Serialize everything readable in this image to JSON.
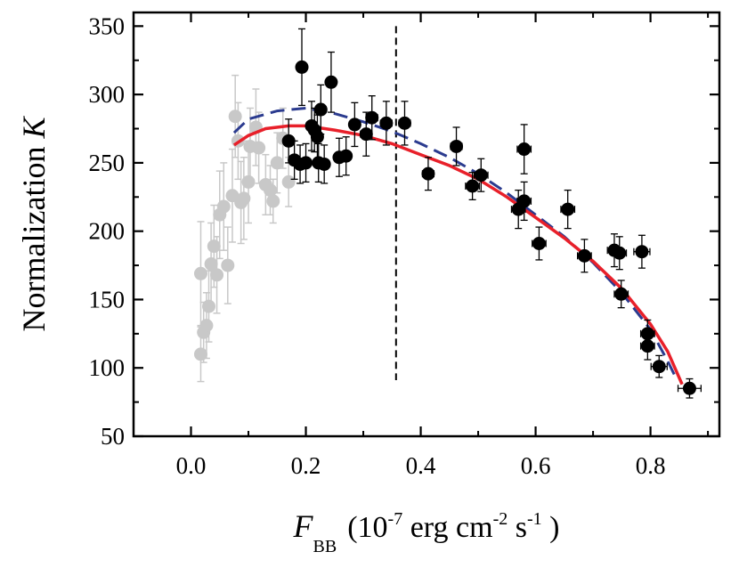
{
  "chart_data": {
    "type": "scatter",
    "xlabel": {
      "symbol": "F",
      "subscript": "BB",
      "unit_prefix": "(10",
      "exp1": "-7",
      "mid": " erg cm",
      "exp2": "-2",
      "mid2": " s",
      "exp3": "-1",
      "suffix": " )"
    },
    "ylabel": {
      "text": "Normalization ",
      "symbol": "K"
    },
    "xlim": [
      -0.1,
      0.92
    ],
    "ylim": [
      50,
      360
    ],
    "xticks": [
      "0.0",
      "0.2",
      "0.4",
      "0.6",
      "0.8"
    ],
    "xtick_values": [
      0.0,
      0.2,
      0.4,
      0.6,
      0.8
    ],
    "yticks": [
      "50",
      "100",
      "150",
      "200",
      "250",
      "300",
      "350"
    ],
    "ytick_values": [
      50,
      100,
      150,
      200,
      250,
      300,
      350
    ],
    "vline_x": 0.357,
    "colors": {
      "gray_points": "#c8c8c8",
      "black_points": "#000000",
      "red_fit": "#e8202a",
      "blue_fit": "#2b3b8f"
    },
    "series": [
      {
        "marker": "gray",
        "points": [
          {
            "x": 0.017,
            "y": 110,
            "yerr": 20
          },
          {
            "x": 0.017,
            "y": 169,
            "yerr": 38
          },
          {
            "x": 0.022,
            "y": 126,
            "yerr": 22
          },
          {
            "x": 0.027,
            "y": 131,
            "yerr": 24
          },
          {
            "x": 0.031,
            "y": 145,
            "yerr": 26
          },
          {
            "x": 0.035,
            "y": 176,
            "yerr": 30
          },
          {
            "x": 0.04,
            "y": 189,
            "yerr": 30
          },
          {
            "x": 0.045,
            "y": 168,
            "yerr": 28
          },
          {
            "x": 0.05,
            "y": 212,
            "yerr": 32
          },
          {
            "x": 0.057,
            "y": 218,
            "yerr": 32
          },
          {
            "x": 0.064,
            "y": 175,
            "yerr": 28
          },
          {
            "x": 0.072,
            "y": 226,
            "yerr": 34
          },
          {
            "x": 0.077,
            "y": 284,
            "yerr": 30
          },
          {
            "x": 0.082,
            "y": 266,
            "yerr": 28
          },
          {
            "x": 0.087,
            "y": 221,
            "yerr": 30
          },
          {
            "x": 0.092,
            "y": 224,
            "yerr": 30
          },
          {
            "x": 0.1,
            "y": 236,
            "yerr": 30
          },
          {
            "x": 0.103,
            "y": 262,
            "yerr": 28
          },
          {
            "x": 0.113,
            "y": 276,
            "yerr": 28
          },
          {
            "x": 0.118,
            "y": 261,
            "yerr": 26
          },
          {
            "x": 0.13,
            "y": 234,
            "yerr": 22
          },
          {
            "x": 0.138,
            "y": 230,
            "yerr": 18
          },
          {
            "x": 0.143,
            "y": 222,
            "yerr": 16
          },
          {
            "x": 0.15,
            "y": 250,
            "yerr": 22
          },
          {
            "x": 0.16,
            "y": 268,
            "yerr": 22
          },
          {
            "x": 0.17,
            "y": 236,
            "yerr": 18
          }
        ]
      },
      {
        "marker": "black",
        "points": [
          {
            "x": 0.17,
            "y": 266,
            "xerr": 0.008,
            "yerr": 16
          },
          {
            "x": 0.18,
            "y": 252,
            "xerr": 0.008,
            "yerr": 14
          },
          {
            "x": 0.19,
            "y": 249,
            "xerr": 0.008,
            "yerr": 14
          },
          {
            "x": 0.193,
            "y": 320,
            "xerr": 0.008,
            "yerr": 28
          },
          {
            "x": 0.2,
            "y": 250,
            "xerr": 0.008,
            "yerr": 14
          },
          {
            "x": 0.21,
            "y": 277,
            "xerr": 0.008,
            "yerr": 18
          },
          {
            "x": 0.215,
            "y": 274,
            "xerr": 0.008,
            "yerr": 16
          },
          {
            "x": 0.22,
            "y": 269,
            "xerr": 0.008,
            "yerr": 16
          },
          {
            "x": 0.222,
            "y": 250,
            "xerr": 0.008,
            "yerr": 14
          },
          {
            "x": 0.226,
            "y": 289,
            "xerr": 0.008,
            "yerr": 18
          },
          {
            "x": 0.232,
            "y": 249,
            "xerr": 0.008,
            "yerr": 14
          },
          {
            "x": 0.244,
            "y": 309,
            "xerr": 0.008,
            "yerr": 22
          },
          {
            "x": 0.258,
            "y": 254,
            "xerr": 0.008,
            "yerr": 14
          },
          {
            "x": 0.27,
            "y": 255,
            "xerr": 0.008,
            "yerr": 14
          },
          {
            "x": 0.285,
            "y": 278,
            "xerr": 0.008,
            "yerr": 16
          },
          {
            "x": 0.305,
            "y": 271,
            "xerr": 0.01,
            "yerr": 16
          },
          {
            "x": 0.315,
            "y": 283,
            "xerr": 0.01,
            "yerr": 16
          },
          {
            "x": 0.34,
            "y": 279,
            "xerr": 0.01,
            "yerr": 16
          },
          {
            "x": 0.372,
            "y": 279,
            "xerr": 0.01,
            "yerr": 16
          },
          {
            "x": 0.413,
            "y": 242,
            "xerr": 0.01,
            "yerr": 12
          },
          {
            "x": 0.462,
            "y": 262,
            "xerr": 0.01,
            "yerr": 14
          },
          {
            "x": 0.49,
            "y": 233,
            "xerr": 0.012,
            "yerr": 10
          },
          {
            "x": 0.505,
            "y": 241,
            "xerr": 0.012,
            "yerr": 12
          },
          {
            "x": 0.57,
            "y": 216,
            "xerr": 0.012,
            "yerr": 14
          },
          {
            "x": 0.58,
            "y": 222,
            "xerr": 0.012,
            "yerr": 14
          },
          {
            "x": 0.58,
            "y": 260,
            "xerr": 0.012,
            "yerr": 18
          },
          {
            "x": 0.606,
            "y": 191,
            "xerr": 0.012,
            "yerr": 12
          },
          {
            "x": 0.656,
            "y": 216,
            "xerr": 0.012,
            "yerr": 14
          },
          {
            "x": 0.685,
            "y": 182,
            "xerr": 0.012,
            "yerr": 12
          },
          {
            "x": 0.737,
            "y": 186,
            "xerr": 0.012,
            "yerr": 12
          },
          {
            "x": 0.746,
            "y": 184,
            "xerr": 0.012,
            "yerr": 12
          },
          {
            "x": 0.749,
            "y": 154,
            "xerr": 0.012,
            "yerr": 10
          },
          {
            "x": 0.785,
            "y": 185,
            "xerr": 0.014,
            "yerr": 12
          },
          {
            "x": 0.795,
            "y": 125,
            "xerr": 0.012,
            "yerr": 10
          },
          {
            "x": 0.795,
            "y": 116,
            "xerr": 0.012,
            "yerr": 10
          },
          {
            "x": 0.815,
            "y": 101,
            "xerr": 0.014,
            "yerr": 8
          },
          {
            "x": 0.868,
            "y": 85,
            "xerr": 0.02,
            "yerr": 7
          }
        ]
      },
      {
        "marker": "red-solid-line",
        "points": [
          {
            "x": 0.075,
            "y": 263
          },
          {
            "x": 0.1,
            "y": 270
          },
          {
            "x": 0.13,
            "y": 275
          },
          {
            "x": 0.17,
            "y": 277
          },
          {
            "x": 0.2,
            "y": 277
          },
          {
            "x": 0.25,
            "y": 274
          },
          {
            "x": 0.3,
            "y": 270
          },
          {
            "x": 0.35,
            "y": 264
          },
          {
            "x": 0.4,
            "y": 256
          },
          {
            "x": 0.45,
            "y": 248
          },
          {
            "x": 0.5,
            "y": 238
          },
          {
            "x": 0.55,
            "y": 225
          },
          {
            "x": 0.6,
            "y": 210
          },
          {
            "x": 0.65,
            "y": 195
          },
          {
            "x": 0.7,
            "y": 178
          },
          {
            "x": 0.75,
            "y": 158
          },
          {
            "x": 0.8,
            "y": 132
          },
          {
            "x": 0.83,
            "y": 112
          },
          {
            "x": 0.855,
            "y": 88
          }
        ]
      },
      {
        "marker": "blue-dashed-line",
        "points": [
          {
            "x": 0.075,
            "y": 272
          },
          {
            "x": 0.1,
            "y": 282
          },
          {
            "x": 0.15,
            "y": 288
          },
          {
            "x": 0.2,
            "y": 290
          },
          {
            "x": 0.25,
            "y": 286
          },
          {
            "x": 0.3,
            "y": 280
          },
          {
            "x": 0.35,
            "y": 273
          },
          {
            "x": 0.4,
            "y": 264
          },
          {
            "x": 0.45,
            "y": 254
          },
          {
            "x": 0.5,
            "y": 242
          },
          {
            "x": 0.55,
            "y": 228
          },
          {
            "x": 0.6,
            "y": 212
          },
          {
            "x": 0.65,
            "y": 196
          },
          {
            "x": 0.7,
            "y": 177
          },
          {
            "x": 0.75,
            "y": 155
          },
          {
            "x": 0.8,
            "y": 128
          },
          {
            "x": 0.83,
            "y": 105
          },
          {
            "x": 0.845,
            "y": 92
          }
        ]
      }
    ]
  }
}
